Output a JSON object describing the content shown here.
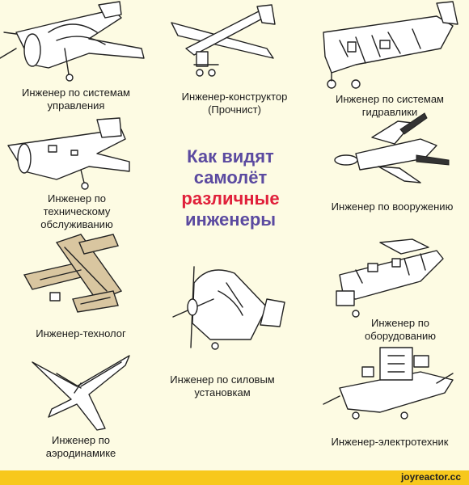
{
  "title": {
    "line1": "Как видят",
    "line2": "самолёт",
    "line3": "различные",
    "line4": "инженеры",
    "color_main": "#5b4aa0",
    "color_accent": "#e0203a"
  },
  "labels": {
    "control_systems": "Инженер по системам\nуправления",
    "designer": "Инженер-конструктор\n(Прочнист)",
    "hydraulics": "Инженер по системам\nгидравлики",
    "maintenance": "Инженер по\nтехническому\nобслуживанию",
    "weapons": "Инженер по вооружению",
    "technologist": "Инженер-технолог",
    "equipment": "Инженер по\nоборудованию",
    "powerplant": "Инженер по силовым\nустановкам",
    "aerodynamics": "Инженер по\nаэродинамике",
    "electrical": "Инженер-электротехник"
  },
  "footer": {
    "site": "joyreactor.cc"
  },
  "colors": {
    "background": "#fdfbe3",
    "footer_bar": "#f7c81c"
  }
}
